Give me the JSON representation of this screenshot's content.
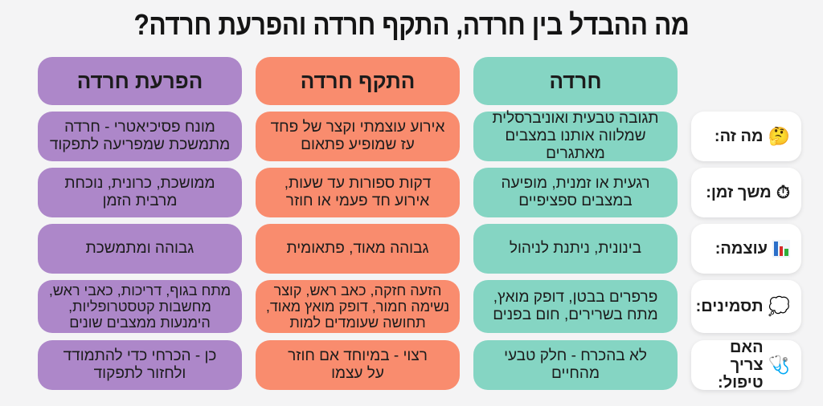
{
  "title": "מה ההבדל בין חרדה, התקף חרדה והפרעת חרדה?",
  "colors": {
    "anxiety": "#85d5c3",
    "panic_attack": "#f98c6e",
    "anxiety_disorder": "#ad87c9",
    "label_bg": "#ffffff",
    "page_bg": "#f4f4f5"
  },
  "columns": [
    {
      "header": "חרדה",
      "cells": [
        "תגובה טבעית ואוניברסלית\nשמלווה אותנו במצבים מאתגרים",
        "רגעית או זמנית, מופיעה\nבמצבים ספציפיים",
        "בינונית, ניתנת לניהול",
        "פרפרים בבטן, דופק מואץ,\nמתח בשרירים, חום בפנים",
        "לא בהכרח - חלק טבעי\nמהחיים"
      ]
    },
    {
      "header": "התקף חרדה",
      "cells": [
        "אירוע עוצמתי וקצר של פחד\nעז שמופיע פתאום",
        "דקות ספורות עד שעות,\nאירוע חד פעמי או חוזר",
        "גבוהה מאוד, פתאומית",
        "הזעה חזקה, כאב ראש, קוצר\nנשימה חמור, דופק מואץ מאוד,\nתחושה שעומדים למות",
        "רצוי - במיוחד אם חוזר\nעל עצמו"
      ]
    },
    {
      "header": "הפרעת חרדה",
      "cells": [
        "מונח פסיכיאטרי - חרדה\nמתמשכת שמפריעה לתפקוד",
        "ממושכת, כרונית, נוכחת\nמרבית הזמן",
        "גבוהה ומתמשכת",
        "מתח בגוף, דריכות, כאבי ראש,\nמחשבות קטסטרופליות,\nהימנעות ממצבים שונים",
        "כן - הכרחי כדי להתמודד\nולחזור לתפקוד"
      ]
    }
  ],
  "rows": [
    {
      "label": "מה זה:",
      "icon": "thinking-face-icon",
      "glyph": "🤔"
    },
    {
      "label": "משך זמן:",
      "icon": "stopwatch-icon",
      "glyph": "⏱"
    },
    {
      "label": "עוצמה:",
      "icon": "bar-chart-icon",
      "glyph": ""
    },
    {
      "label": "תסמינים:",
      "icon": "thought-bubble-icon",
      "glyph": "💭"
    },
    {
      "label": "האם צריך\nטיפול:",
      "icon": "stethoscope-icon",
      "glyph": "🩺"
    }
  ]
}
